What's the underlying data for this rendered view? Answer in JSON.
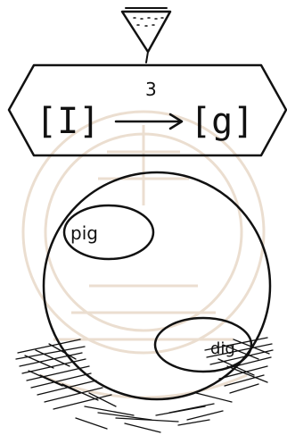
{
  "rule": {
    "source": "[I]",
    "count": "3",
    "target": "[g]"
  },
  "sphere": {
    "words": [
      {
        "text": "pig"
      },
      {
        "text": "dig"
      }
    ]
  },
  "colors": {
    "ink": "#111111",
    "watermark": "#c8a27a",
    "background": "#ffffff"
  }
}
